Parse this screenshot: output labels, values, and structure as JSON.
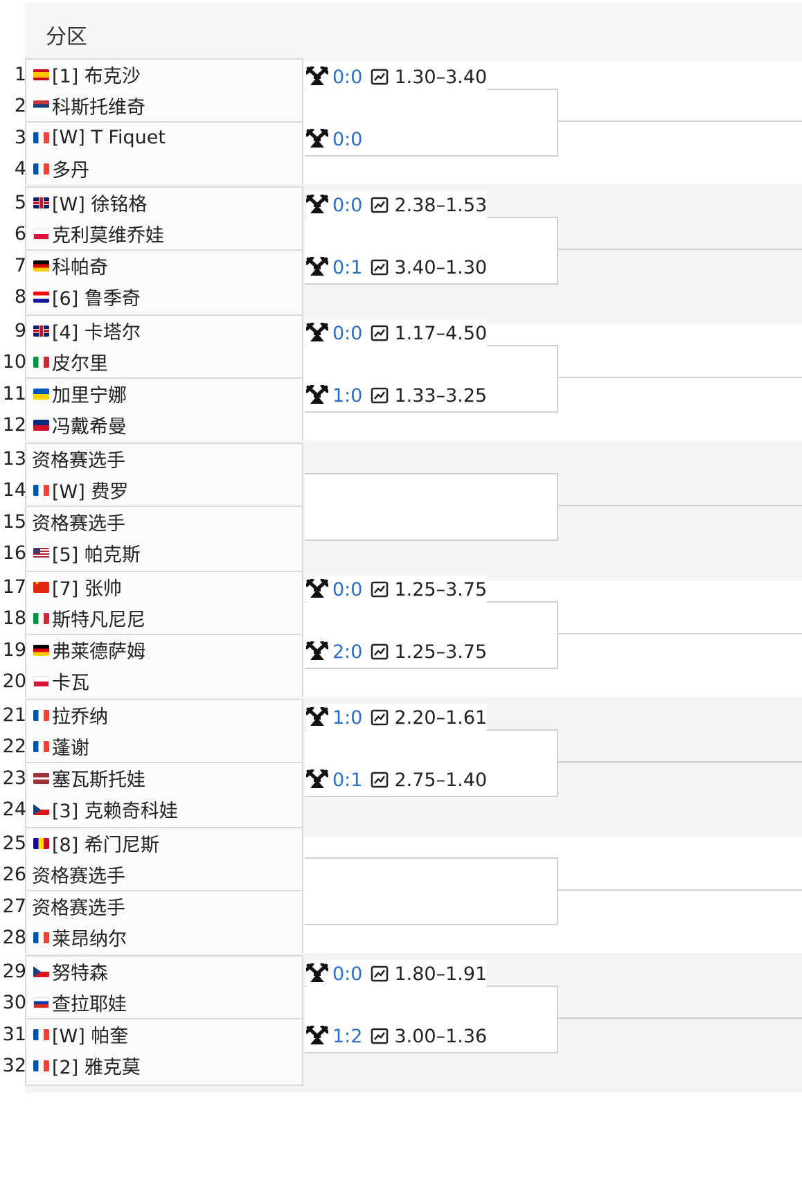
{
  "section": {
    "title": "分区"
  },
  "players": [
    {
      "seed": "1",
      "flag": "es",
      "name": "[1] 布克沙"
    },
    {
      "seed": "2",
      "flag": "rs",
      "name": " 科斯托维奇"
    },
    {
      "seed": "3",
      "flag": "fr",
      "name": "[W] T Fiquet"
    },
    {
      "seed": "4",
      "flag": "fr",
      "name": " 多丹"
    },
    {
      "seed": "5",
      "flag": "gb",
      "name": "[W] 徐铭格"
    },
    {
      "seed": "6",
      "flag": "pl",
      "name": " 克利莫维乔娃"
    },
    {
      "seed": "7",
      "flag": "de",
      "name": " 科帕奇"
    },
    {
      "seed": "8",
      "flag": "hr",
      "name": "[6] 鲁季奇"
    },
    {
      "seed": "9",
      "flag": "gb",
      "name": "[4] 卡塔尔"
    },
    {
      "seed": "10",
      "flag": "it",
      "name": " 皮尔里"
    },
    {
      "seed": "11",
      "flag": "ua",
      "name": " 加里宁娜"
    },
    {
      "seed": "12",
      "flag": "li",
      "name": " 冯戴希曼"
    },
    {
      "seed": "13",
      "flag": "none",
      "name": "资格赛选手"
    },
    {
      "seed": "14",
      "flag": "fr",
      "name": "[W] 费罗"
    },
    {
      "seed": "15",
      "flag": "none",
      "name": "资格赛选手"
    },
    {
      "seed": "16",
      "flag": "us",
      "name": "[5] 帕克斯"
    },
    {
      "seed": "17",
      "flag": "cn",
      "name": "[7] 张帅"
    },
    {
      "seed": "18",
      "flag": "it",
      "name": " 斯特凡尼尼"
    },
    {
      "seed": "19",
      "flag": "de",
      "name": " 弗莱德萨姆"
    },
    {
      "seed": "20",
      "flag": "pl",
      "name": " 卡瓦"
    },
    {
      "seed": "21",
      "flag": "fr",
      "name": " 拉乔纳"
    },
    {
      "seed": "22",
      "flag": "fr",
      "name": " 蓬谢"
    },
    {
      "seed": "23",
      "flag": "lv",
      "name": " 塞瓦斯托娃"
    },
    {
      "seed": "24",
      "flag": "cz",
      "name": "[3] 克赖奇科娃"
    },
    {
      "seed": "25",
      "flag": "ad",
      "name": "[8] 希门尼斯"
    },
    {
      "seed": "26",
      "flag": "none",
      "name": "资格赛选手"
    },
    {
      "seed": "27",
      "flag": "none",
      "name": "资格赛选手"
    },
    {
      "seed": "28",
      "flag": "fr",
      "name": " 莱昂纳尔"
    },
    {
      "seed": "29",
      "flag": "cz",
      "name": " 努特森"
    },
    {
      "seed": "30",
      "flag": "ru",
      "name": " 查拉耶娃"
    },
    {
      "seed": "31",
      "flag": "fr",
      "name": "[W] 帕奎"
    },
    {
      "seed": "32",
      "flag": "fr",
      "name": "[2] 雅克莫"
    }
  ],
  "matches": [
    {
      "score": "0:0",
      "odds": "1.30–3.40",
      "has_odds": true
    },
    {
      "score": "0:0",
      "odds": "",
      "has_odds": false
    },
    {
      "score": "0:0",
      "odds": "2.38–1.53",
      "has_odds": true
    },
    {
      "score": "0:1",
      "odds": "3.40–1.30",
      "has_odds": true
    },
    {
      "score": "0:0",
      "odds": "1.17–4.50",
      "has_odds": true
    },
    {
      "score": "1:0",
      "odds": "1.33–3.25",
      "has_odds": true
    },
    {
      "score": "",
      "odds": "",
      "has_odds": false
    },
    {
      "score": "",
      "odds": "",
      "has_odds": false
    },
    {
      "score": "0:0",
      "odds": "1.25–3.75",
      "has_odds": true
    },
    {
      "score": "2:0",
      "odds": "1.25–3.75",
      "has_odds": true
    },
    {
      "score": "1:0",
      "odds": "2.20–1.61",
      "has_odds": true
    },
    {
      "score": "0:1",
      "odds": "2.75–1.40",
      "has_odds": true
    },
    {
      "score": "",
      "odds": "",
      "has_odds": false
    },
    {
      "score": "",
      "odds": "",
      "has_odds": false
    },
    {
      "score": "0:0",
      "odds": "1.80–1.91",
      "has_odds": true
    },
    {
      "score": "1:2",
      "odds": "3.00–1.36",
      "has_odds": true
    }
  ],
  "icons": {
    "match_icon": "tennis-rackets-icon",
    "odds_icon": "line-chart-icon"
  },
  "colors": {
    "score": "#2a6fc9"
  }
}
